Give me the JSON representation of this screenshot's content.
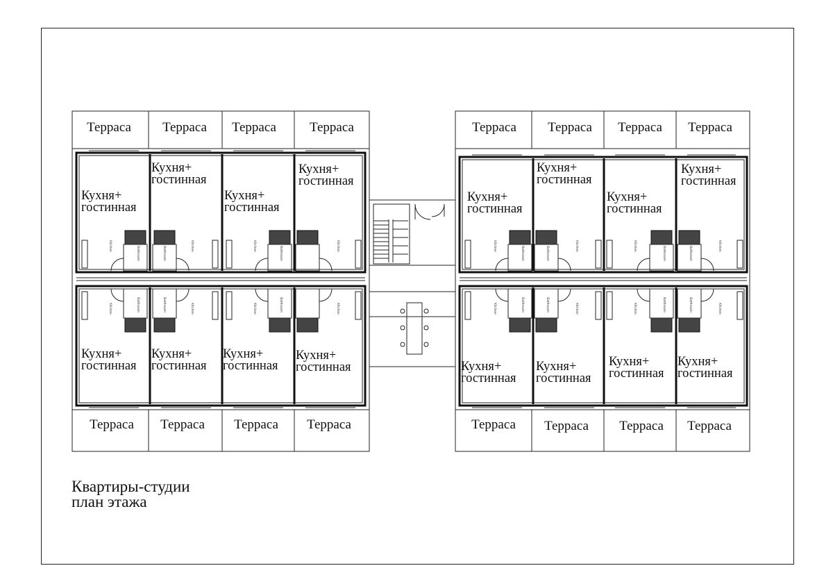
{
  "title": {
    "line1": "Квартиры-студии",
    "line2": "план этажа"
  },
  "terrace_label": "Терраса",
  "room_label": {
    "line1": "Кухня+",
    "line2": "гостинная"
  },
  "fixture_labels": {
    "kitchen": "Kitchen",
    "bathroom": "Bathroom"
  }
}
